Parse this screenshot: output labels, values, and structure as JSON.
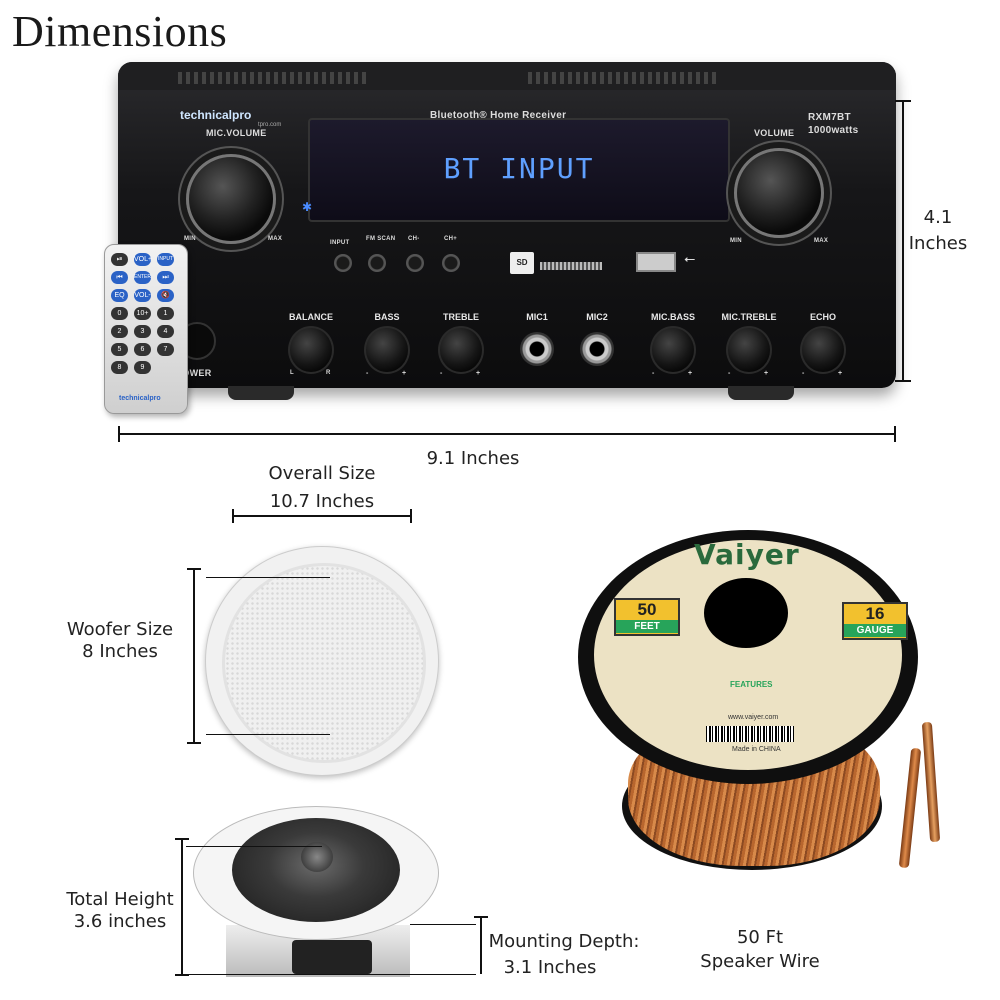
{
  "title": "Dimensions",
  "receiver": {
    "brand": "technicalpro",
    "brand_url": "tpro.com",
    "bluetooth_label": "Bluetooth® Home Receiver",
    "model": "RXM7BT",
    "power_rating": "1000watts",
    "display_text": "BT INPUT",
    "mic_volume_label": "MIC.VOLUME",
    "volume_label": "VOLUME",
    "min_label": "MIN",
    "max_label": "MAX",
    "buttons": [
      "INPUT",
      "FM SCAN",
      "CH-",
      "CH+"
    ],
    "sd_label": "SD",
    "power_label": "POWER",
    "controls": [
      {
        "label": "BALANCE",
        "left": "L",
        "right": "R"
      },
      {
        "label": "BASS",
        "left": "-",
        "right": "+"
      },
      {
        "label": "TREBLE",
        "left": "-",
        "right": "+"
      },
      {
        "label": "MIC1"
      },
      {
        "label": "MIC2"
      },
      {
        "label": "MIC.BASS",
        "left": "-",
        "right": "+"
      },
      {
        "label": "MIC.TREBLE",
        "left": "-",
        "right": "+"
      },
      {
        "label": "ECHO",
        "left": "-",
        "right": "+"
      }
    ]
  },
  "remote": {
    "rows": [
      [
        "⏯",
        "VOL+",
        "INPUT"
      ],
      [
        "⏮",
        "ENTER",
        "⏭"
      ],
      [
        "EQ",
        "VOL-",
        "🔇"
      ],
      [
        "0",
        "10+",
        "1"
      ],
      [
        "2",
        "3",
        "4"
      ],
      [
        "5",
        "6",
        "7"
      ],
      [
        "8",
        "9",
        ""
      ]
    ],
    "brand": "technicalpro"
  },
  "dimensions": {
    "height_value": "4.1",
    "height_unit": "Inches",
    "width_label": "9.1 Inches",
    "overall_size_line1": "Overall Size",
    "overall_size_line2": "10.7 Inches",
    "woofer_line1": "Woofer Size",
    "woofer_line2": "8 Inches",
    "total_height_line1": "Total Height",
    "total_height_line2": "3.6 inches",
    "mounting_line1": "Mounting Depth:",
    "mounting_line2": "3.1 Inches",
    "wire_line1": "50 Ft",
    "wire_line2": "Speaker Wire"
  },
  "spool": {
    "brand": "Vaiyer",
    "feet_value": "50",
    "feet_label": "FEET",
    "gauge_value": "16",
    "gauge_label": "GAUGE",
    "features_title": "FEATURES",
    "url": "www.vaiyer.com",
    "made_in": "Made in CHINA"
  },
  "colors": {
    "display_text": "#5fa0ff",
    "brand_green": "#2a6a3c",
    "badge_yellow": "#f2c12e"
  }
}
